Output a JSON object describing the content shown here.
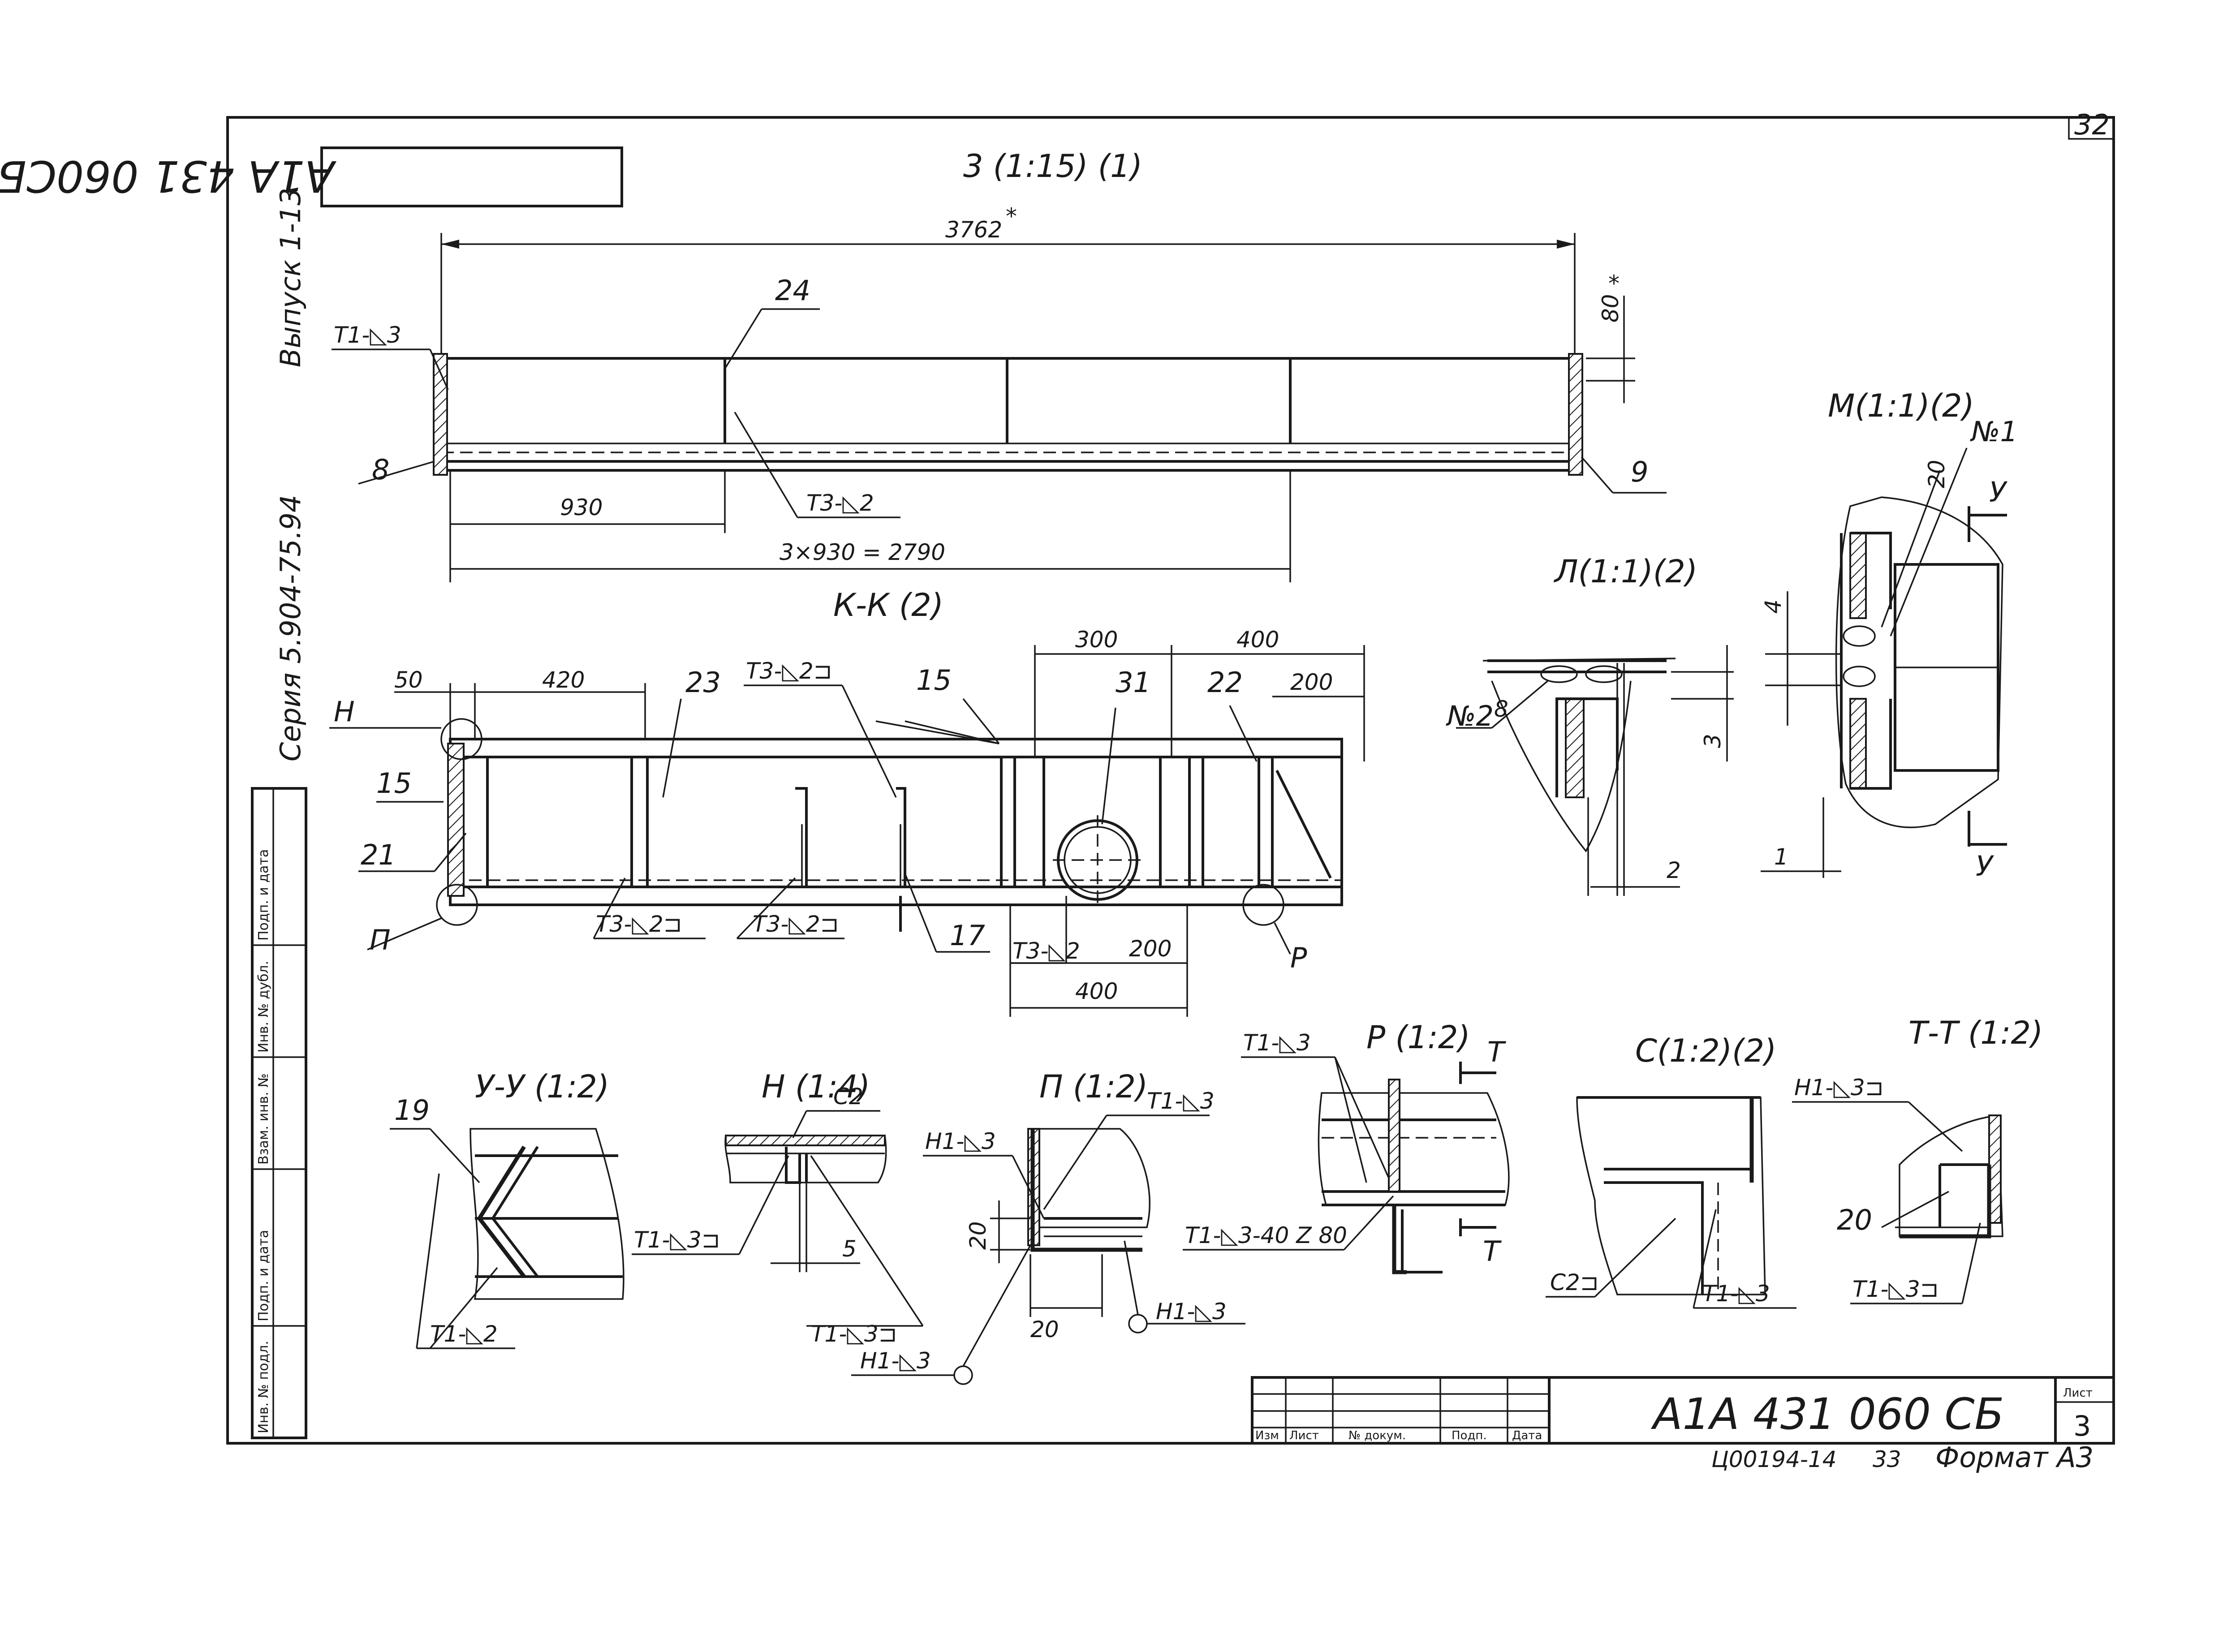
{
  "sheet": {
    "page_corner_number": "32",
    "designation_rotated": "А1А 431 060СБ",
    "series_text": "Серия 5.904-75.94",
    "issue_text": "Выпуск 1-13",
    "format_line_code": "Ц00194-14",
    "format_line_num": "33",
    "format_label": "Формат А3"
  },
  "side_stamp": {
    "fields": [
      "Инв. № подл.",
      "Подп. и дата",
      "Взам. инв. №",
      "Инв. № дубл.",
      "Подп. и дата"
    ]
  },
  "title_block": {
    "headers": [
      "Изм",
      "Лист",
      "№ докум.",
      "Подп.",
      "Дата"
    ],
    "designation": "А1А 431 060 СБ",
    "sheet_label": "Лист",
    "sheet_number": "3"
  },
  "view_top": {
    "title": "3 (1:15) (1)",
    "dim_total": "3762",
    "dim_total_star": "*",
    "dim_height": "80",
    "dim_height_star": "*",
    "dim_930": "930",
    "dim_pitch": "3×930 = 2790",
    "pos_24": "24",
    "pos_8": "8",
    "pos_9": "9",
    "weld_t1": "Т1-◺3",
    "weld_t3": "Т3-◺2"
  },
  "section_kk": {
    "title": "К-К (2)",
    "dim_50": "50",
    "dim_420": "420",
    "dim_300": "300",
    "dim_400_top": "400",
    "dim_200_top": "200",
    "dim_200_bot": "200",
    "dim_400_bot": "400",
    "pos_23": "23",
    "pos_15a": "15",
    "pos_15b": "15",
    "pos_31": "31",
    "pos_22": "22",
    "pos_21": "21",
    "pos_17": "17",
    "mark_h": "Н",
    "mark_p": "П",
    "mark_r": "Р",
    "weld_top": "Т3-◺2⊐",
    "weld_b1": "Т3-◺2⊐",
    "weld_b2": "Т3-◺2⊐",
    "weld_b3": "Т3-◺2"
  },
  "detail_l": {
    "title": "Л(1:1)(2)",
    "weld_no": "№2",
    "weld_no_sub": "8",
    "dim_3": "3",
    "dim_2": "2"
  },
  "detail_m": {
    "title": "М(1:1)(2)",
    "weld_no": "№1",
    "dim_20": "20",
    "dim_4": "4",
    "dim_1": "1",
    "cut_u_top": "У",
    "cut_u_bot": "У"
  },
  "section_uu": {
    "title": "У-У (1:2)",
    "pos_19": "19",
    "weld": "Т1-◺2"
  },
  "detail_n": {
    "title": "Н (1:4)",
    "mark_c2": "С2",
    "weld_t1": "Т1-◺3⊐",
    "weld_bottom": "Т1-◺3⊐",
    "dim_5": "5"
  },
  "detail_p": {
    "title": "П (1:2)",
    "weld_t1": "Т1-◺3",
    "weld_h1_top": "Н1-◺3",
    "weld_h1_right": "Н1-◺3",
    "weld_h1_bottom": "Н1-◺3",
    "dim_20_v": "20",
    "dim_20_h": "20"
  },
  "detail_r": {
    "title": "Р (1:2)",
    "weld_t1": "Т1-◺3",
    "weld_long": "Т1-◺3-40 Z 80",
    "cut_t_top": "Т",
    "cut_t_bot": "Т"
  },
  "detail_c": {
    "title": "С(1:2)(2)",
    "mark_c2": "С2⊐",
    "weld_t1": "Т1-◺3"
  },
  "section_tt": {
    "title": "Т-Т (1:2)",
    "weld_h1": "Н1-◺3⊐",
    "pos_20": "20",
    "weld_t1": "Т1-◺3⊐"
  }
}
